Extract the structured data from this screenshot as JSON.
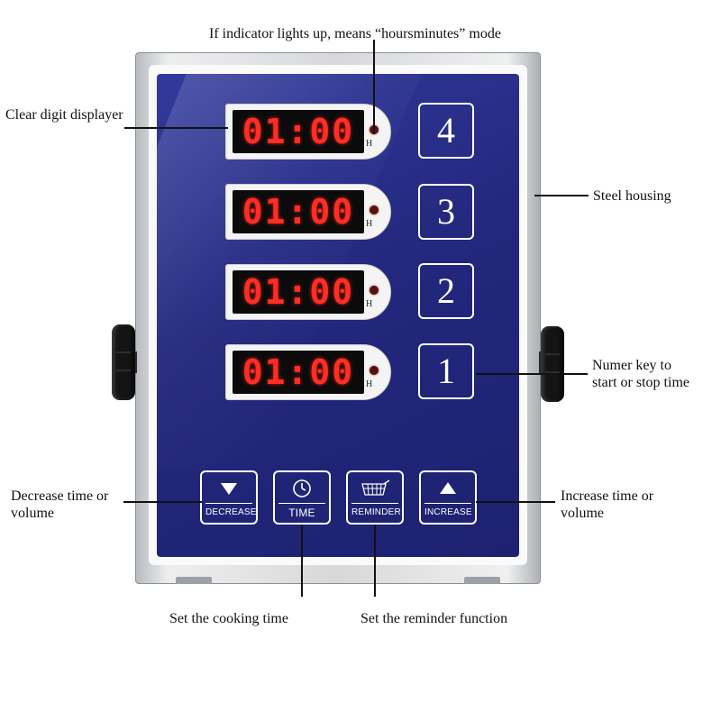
{
  "annotations": {
    "indicator": "If indicator lights up, means  “hoursminutes” mode",
    "displayer": "Clear digit displayer",
    "housing": "Steel housing",
    "numkey_line1": "Numer key to",
    "numkey_line2": "start or stop time",
    "decrease_line1": "Decrease time or",
    "decrease_line2": "volume",
    "increase_line1": "Increase time or",
    "increase_line2": "volume",
    "time": "Set the cooking time",
    "reminder": "Set the reminder function"
  },
  "timers": [
    {
      "display": "01:00",
      "indicator_label": "H",
      "key": "4"
    },
    {
      "display": "01:00",
      "indicator_label": "H",
      "key": "3"
    },
    {
      "display": "01:00",
      "indicator_label": "H",
      "key": "2"
    },
    {
      "display": "01:00",
      "indicator_label": "H",
      "key": "1"
    }
  ],
  "function_keys": [
    {
      "label": "DECREASE",
      "icon": "triangle-down-icon"
    },
    {
      "label": "TIME",
      "icon": "clock-icon"
    },
    {
      "label": "REMINDER",
      "icon": "basket-icon"
    },
    {
      "label": "INCREASE",
      "icon": "triangle-up-icon"
    }
  ],
  "colors": {
    "panel_blue": "#24287e",
    "led_red": "#ff2d24",
    "key_outline": "#ffffff"
  }
}
